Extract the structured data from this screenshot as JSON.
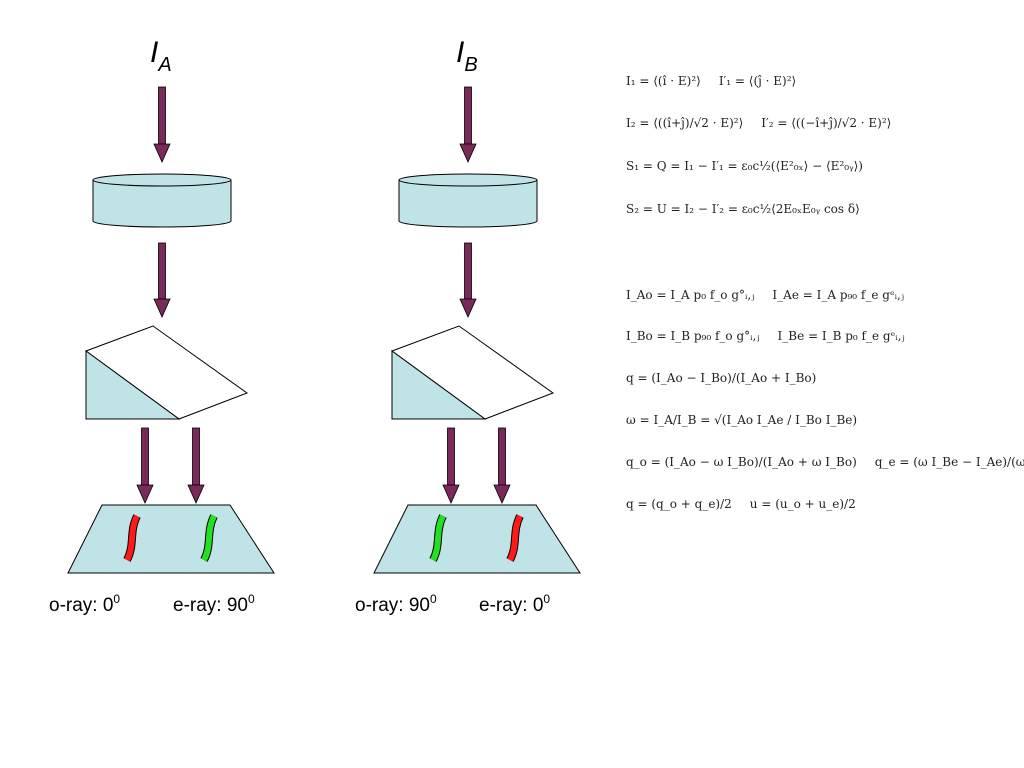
{
  "colors": {
    "arrow": "#7a2a5a",
    "optic_fill": "#bfe3e6",
    "prism_face": "#ffffff",
    "stroke": "#000000",
    "stripe_red": "#ff1a1a",
    "stripe_green": "#22e022"
  },
  "beams": [
    {
      "id": "A",
      "label_main": "I",
      "label_sub": "A",
      "o_ray_label": "o-ray: 0",
      "o_ray_sup": "0",
      "e_ray_label": "e-ray: 90",
      "e_ray_sup": "0",
      "left_stripe_color": "red",
      "right_stripe_color": "green"
    },
    {
      "id": "B",
      "label_main": "I",
      "label_sub": "B",
      "o_ray_label": "o-ray: 90",
      "o_ray_sup": "0",
      "e_ray_label": "e-ray: 0",
      "e_ray_sup": "0",
      "left_stripe_color": "green",
      "right_stripe_color": "red"
    }
  ],
  "equations": [
    [
      "I₁ = ⟨(î · E)²⟩",
      "I′₁ = ⟨(ĵ · E)²⟩"
    ],
    [
      "I₂ = ⟨((î+ĵ)/√2 · E)²⟩",
      "I′₂ = ⟨((−î+ĵ)/√2 · E)²⟩"
    ],
    [
      "S₁ = Q = I₁ − I′₁ = ε₀c½(⟨E²₀ₓ⟩ − ⟨E²₀ᵧ⟩)"
    ],
    [
      "S₂ = U = I₂ − I′₂ = ε₀c½⟨2E₀ₓE₀ᵧ cos δ⟩"
    ],
    [
      "I_Ao = I_A p₀ f_o g°ᵢ,ⱼ",
      "I_Ae = I_A p₉₀ f_e gᵉᵢ,ⱼ"
    ],
    [
      "I_Bo = I_B p₉₀ f_o g°ᵢ,ⱼ",
      "I_Be = I_B p₀ f_e gᵉᵢ,ⱼ"
    ],
    [
      "q = (I_Ao − I_Bo)/(I_Ao + I_Bo)"
    ],
    [
      "ω = I_A/I_B = √(I_Ao I_Ae / I_Bo I_Be)"
    ],
    [
      "q_o = (I_Ao − ω I_Bo)/(I_Ao + ω I_Bo)",
      "q_e = (ω I_Be − I_Ae)/(ω I_Be + I_Ae)"
    ],
    [
      "q = (q_o + q_e)/2",
      "u = (u_o + u_e)/2"
    ]
  ]
}
